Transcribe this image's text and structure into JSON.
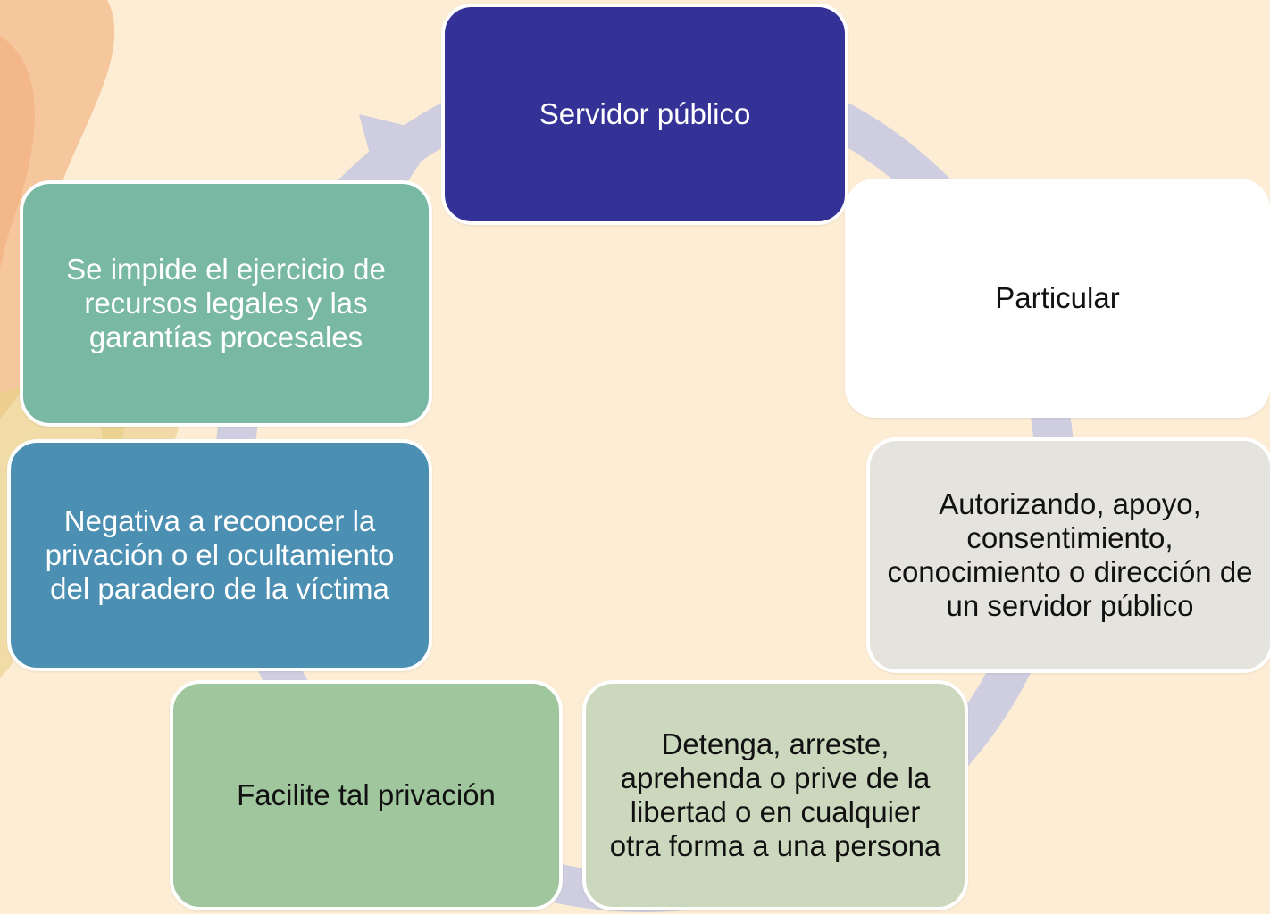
{
  "colors": {
    "background": "#fdedd4",
    "cycle_arrow": "#cfcee0",
    "node_servidor": "#343296",
    "node_particular": "#ffffff",
    "node_autorizando": "#e5e3dd",
    "node_detenga": "#cbd8be",
    "node_facilite": "#a0c69d",
    "node_negativa": "#4b8fb3",
    "node_impide": "#79b9a3"
  },
  "diagram": {
    "type": "cycle",
    "nodes": [
      {
        "label": "Servidor público"
      },
      {
        "label": "Particular"
      },
      {
        "label": "Autorizando, apoyo, consentimiento, conocimiento o dirección de un servidor público"
      },
      {
        "label": "Detenga, arreste, aprehenda o prive de la libertad o en cualquier otra forma a una persona"
      },
      {
        "label": "Facilite tal privación"
      },
      {
        "label": "Negativa a reconocer la privación o el ocultamiento del paradero de la víctima"
      },
      {
        "label": "Se impide el ejercicio de recursos legales y las garantías procesales"
      }
    ]
  }
}
